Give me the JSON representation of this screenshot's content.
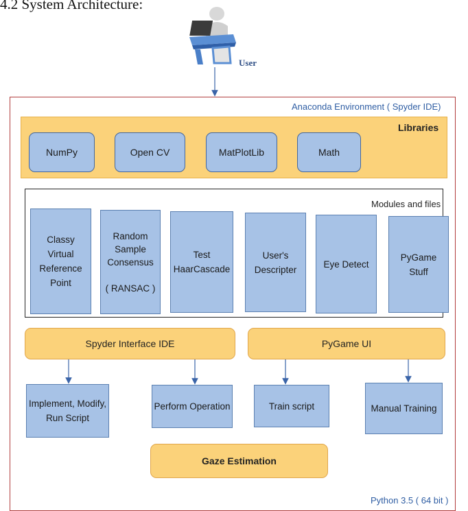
{
  "heading": "4.2 System Architecture:",
  "user_label": "User",
  "environment_label": "Anaconda Environment ( Spyder IDE)",
  "libraries": {
    "title": "Libraries",
    "items": [
      "NumPy",
      "Open CV",
      "MatPlotLib",
      "Math"
    ]
  },
  "modules": {
    "title": "Modules and files",
    "items": [
      "Classy Virtual Reference Point",
      "Random Sample Consensus\n\n( RANSAC )",
      "Test HaarCascade",
      "User's Descripter",
      "Eye Detect",
      "PyGame Stuff"
    ]
  },
  "interfaces": {
    "spyder": "Spyder Interface IDE",
    "pygame": "PyGame UI"
  },
  "actions": {
    "implement": "Implement, Modify, Run Script",
    "perform": "Perform Operation",
    "train": "Train script",
    "manual": "Manual Training"
  },
  "gaze": "Gaze Estimation",
  "python_label": "Python 3.5 ( 64 bit )",
  "colors": {
    "orange_fill": "#fbd27a",
    "blue_fill": "#a7c2e6",
    "frame_border": "#b03a3a",
    "arrow": "#3a64a8"
  }
}
